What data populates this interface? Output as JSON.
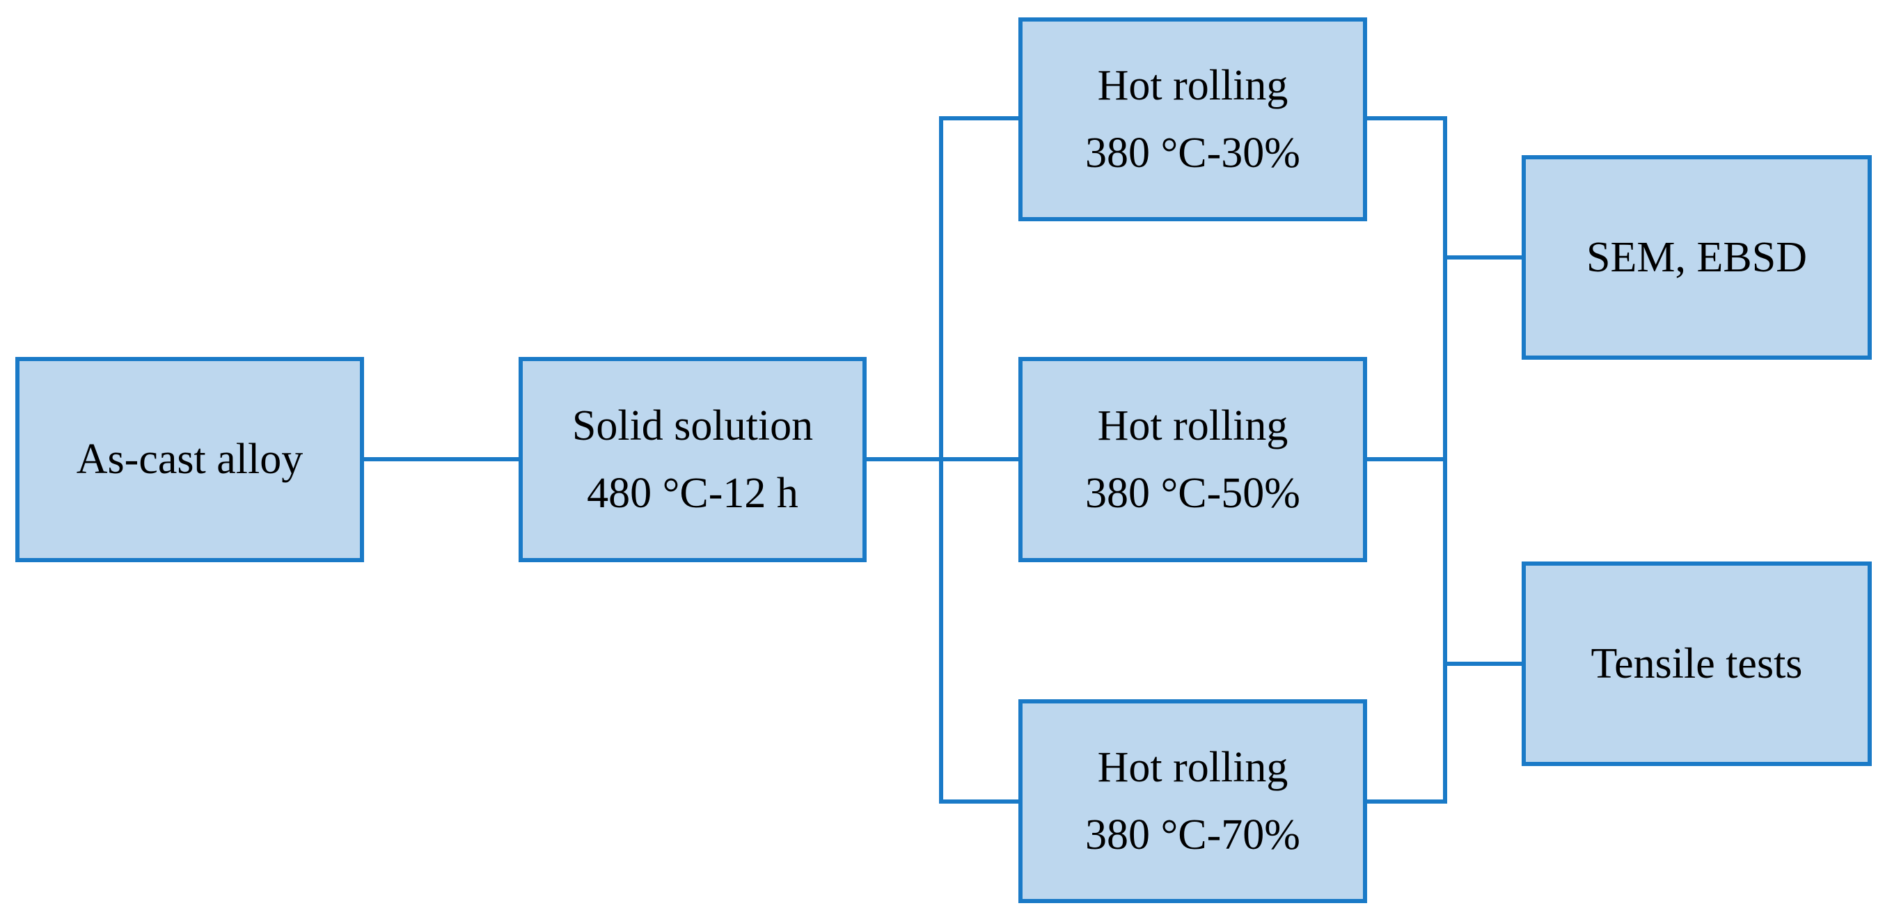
{
  "colors": {
    "box_fill": "#bdd7ee",
    "box_border": "#1a7ac7",
    "connector": "#1a7ac7",
    "text": "#000000"
  },
  "nodes": {
    "as_cast": {
      "lines": [
        "As-cast alloy"
      ]
    },
    "solid_solution": {
      "lines": [
        "Solid solution",
        "480 °C-12 h"
      ]
    },
    "hot_rolling_30": {
      "lines": [
        "Hot rolling",
        "380 °C-30%"
      ]
    },
    "hot_rolling_50": {
      "lines": [
        "Hot rolling",
        "380 °C-50%"
      ]
    },
    "hot_rolling_70": {
      "lines": [
        "Hot rolling",
        "380 °C-70%"
      ]
    },
    "sem_ebsd": {
      "lines": [
        "SEM, EBSD"
      ]
    },
    "tensile": {
      "lines": [
        "Tensile tests"
      ]
    }
  },
  "edges": [
    [
      "as_cast",
      "solid_solution"
    ],
    [
      "solid_solution",
      "hot_rolling_30"
    ],
    [
      "solid_solution",
      "hot_rolling_50"
    ],
    [
      "solid_solution",
      "hot_rolling_70"
    ],
    [
      "hot_rolling_30",
      "sem_ebsd"
    ],
    [
      "hot_rolling_50",
      "sem_ebsd"
    ],
    [
      "hot_rolling_70",
      "sem_ebsd"
    ],
    [
      "hot_rolling_30",
      "tensile"
    ],
    [
      "hot_rolling_50",
      "tensile"
    ],
    [
      "hot_rolling_70",
      "tensile"
    ]
  ]
}
